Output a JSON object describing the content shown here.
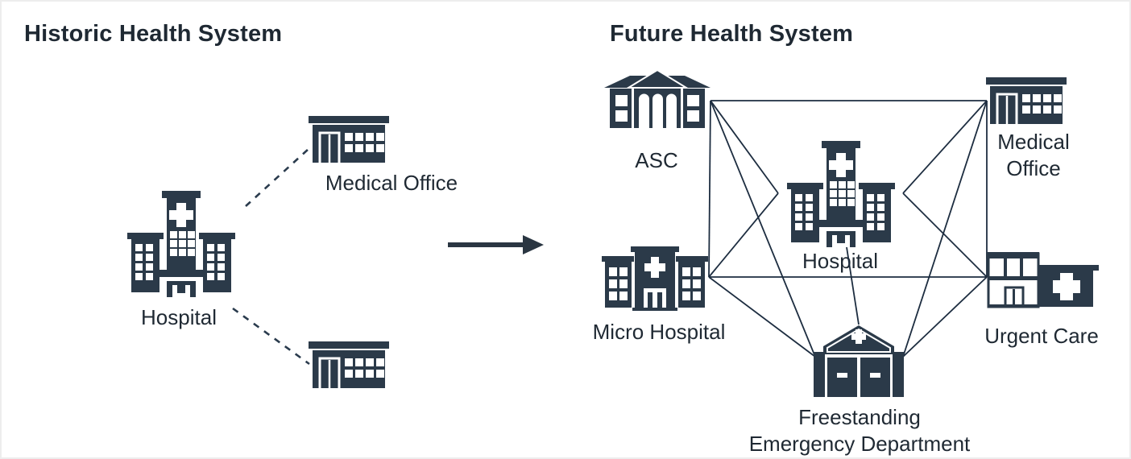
{
  "historic": {
    "title": "Historic Health System",
    "labels": {
      "hospital": "Hospital",
      "medical_office": "Medical Office"
    }
  },
  "future": {
    "title": "Future Health System",
    "labels": {
      "asc": "ASC",
      "medical_office_line1": "Medical",
      "medical_office_line2": "Office",
      "hospital": "Hospital",
      "micro_hospital": "Micro Hospital",
      "urgent_care": "Urgent Care",
      "fed_line1": "Freestanding",
      "fed_line2": "Emergency Department"
    },
    "edges": [
      [
        "asc",
        "medical_office"
      ],
      [
        "asc",
        "micro_hospital"
      ],
      [
        "medical_office",
        "urgent_care"
      ],
      [
        "micro_hospital",
        "urgent_care"
      ],
      [
        "asc",
        "hospital"
      ],
      [
        "micro_hospital",
        "hospital"
      ],
      [
        "medical_office",
        "hospital"
      ],
      [
        "urgent_care",
        "hospital"
      ],
      [
        "asc",
        "fed"
      ],
      [
        "micro_hospital",
        "fed"
      ],
      [
        "medical_office",
        "fed"
      ],
      [
        "urgent_care",
        "fed"
      ],
      [
        "hospital",
        "fed"
      ]
    ]
  },
  "colors": {
    "icon": "#2b3a49",
    "line": "#1d2d40",
    "dashed_line": "#2a3b4d",
    "arrow": "#2a3642",
    "text": "#1f2933"
  }
}
